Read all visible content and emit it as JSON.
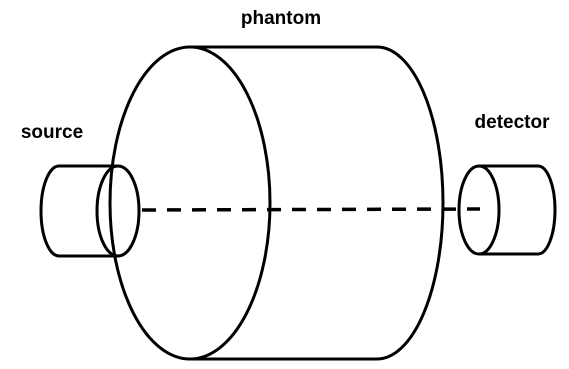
{
  "diagram": {
    "labels": {
      "phantom": "phantom",
      "source": "source",
      "detector": "detector"
    },
    "colors": {
      "line": "#000000",
      "background": "#ffffff"
    }
  }
}
